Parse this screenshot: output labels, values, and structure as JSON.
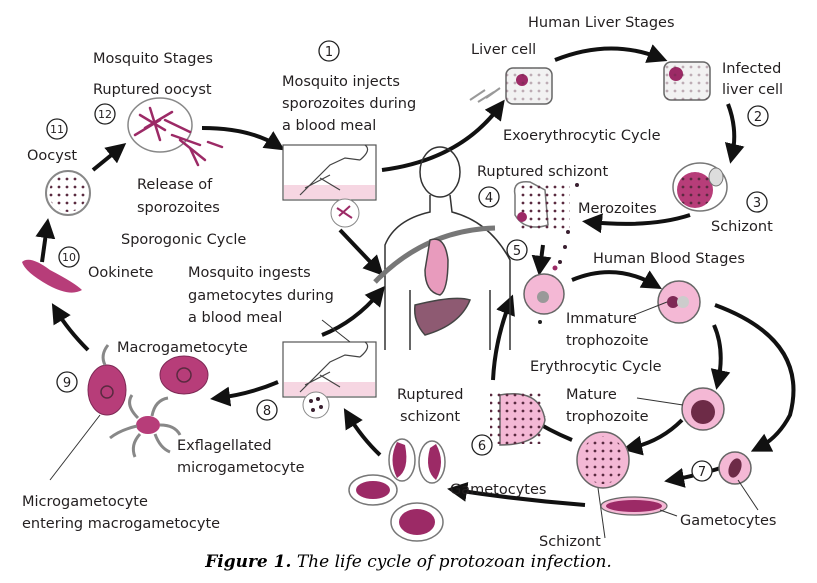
{
  "figure": {
    "caption_label": "Figure 1.",
    "caption_text": " The life cycle of protozoan infection.",
    "colors": {
      "parasite": "#9c2a66",
      "rbc": "#f4b8d5",
      "liver": "#8e5a72",
      "arrow": "#111111",
      "text": "#231f20"
    }
  },
  "sections": {
    "mosquito_stages": "Mosquito Stages",
    "human_liver_stages": "Human Liver Stages",
    "human_blood_stages": "Human Blood Stages",
    "exoerythrocytic_cycle": "Exoerythrocytic Cycle",
    "erythrocytic_cycle": "Erythrocytic Cycle",
    "sporogonic_cycle": "Sporogonic Cycle"
  },
  "steps": [
    {
      "num": "1",
      "lines": [
        "Mosquito injects",
        "sporozoites during",
        "a blood meal"
      ]
    },
    {
      "num": "2",
      "lines": [
        "Infected",
        "liver cell"
      ]
    },
    {
      "num": "3",
      "lines": [
        "Schizont"
      ]
    },
    {
      "num": "4",
      "lines": [
        "Ruptured schizont"
      ]
    },
    {
      "num": "5",
      "lines": []
    },
    {
      "num": "6",
      "lines": [
        "Ruptured",
        "schizont"
      ]
    },
    {
      "num": "7",
      "lines": [
        "Gametocytes"
      ]
    },
    {
      "num": "8",
      "lines": [
        "Mosquito ingests",
        "gametocytes during",
        "a blood meal"
      ]
    },
    {
      "num": "9",
      "lines": [
        "Microgametocyte",
        "entering macrogametocyte"
      ]
    },
    {
      "num": "10",
      "lines": [
        "Ookinete"
      ]
    },
    {
      "num": "11",
      "lines": [
        "Oocyst"
      ]
    },
    {
      "num": "12",
      "lines": [
        "Ruptured oocyst"
      ]
    }
  ],
  "labels": {
    "liver_cell": "Liver cell",
    "merozoites": "Merozoites",
    "release_of_sporozoites": [
      "Release of",
      "sporozoites"
    ],
    "immature_trophozoite": [
      "Immature",
      "trophozoite"
    ],
    "mature_trophozoite": [
      "Mature",
      "trophozoite"
    ],
    "schizont_blood": "Schizont",
    "gametocytes_left": "Gametocytes",
    "macrogametocyte": "Macrogametocyte",
    "exflagellated_microgametocyte": [
      "Exflagellated",
      "microgametocyte"
    ]
  }
}
